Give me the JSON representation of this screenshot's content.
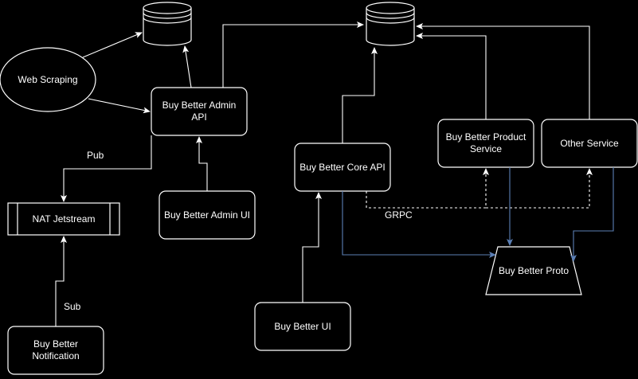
{
  "colors": {
    "background": "#000000",
    "stroke": "#ffffff",
    "node_fill": "#000000",
    "proto_edge": "#5b7fb5"
  },
  "nodes": {
    "web_scraping": "Web Scraping",
    "admin_api": "Buy Better Admin API",
    "admin_ui": "Buy Better Admin UI",
    "nat_jetstream": "NAT Jetstream",
    "notification": "Buy Better Notification",
    "core_api": "Buy Better Core API",
    "product_service": "Buy Better Product Service",
    "other_service": "Other Service",
    "proto": "Buy Better Proto",
    "ui": "Buy Better UI"
  },
  "edge_labels": {
    "pub": "Pub",
    "sub": "Sub",
    "grpc": "GRPC"
  }
}
